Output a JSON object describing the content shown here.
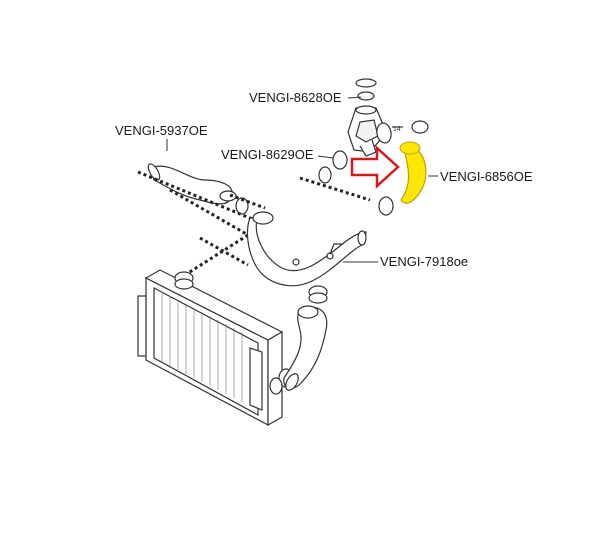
{
  "parts": {
    "p8628": "VENGI-8628OE",
    "p5937": "VENGI-5937OE",
    "p8629": "VENGI-8629OE",
    "p6856": "VENGI-6856OE",
    "p7918": "VENGI-7918oe"
  },
  "callout_number": "14",
  "colors": {
    "highlight_hose": "#ffe600",
    "arrow": "#d41a1a",
    "linework": "#333333"
  }
}
